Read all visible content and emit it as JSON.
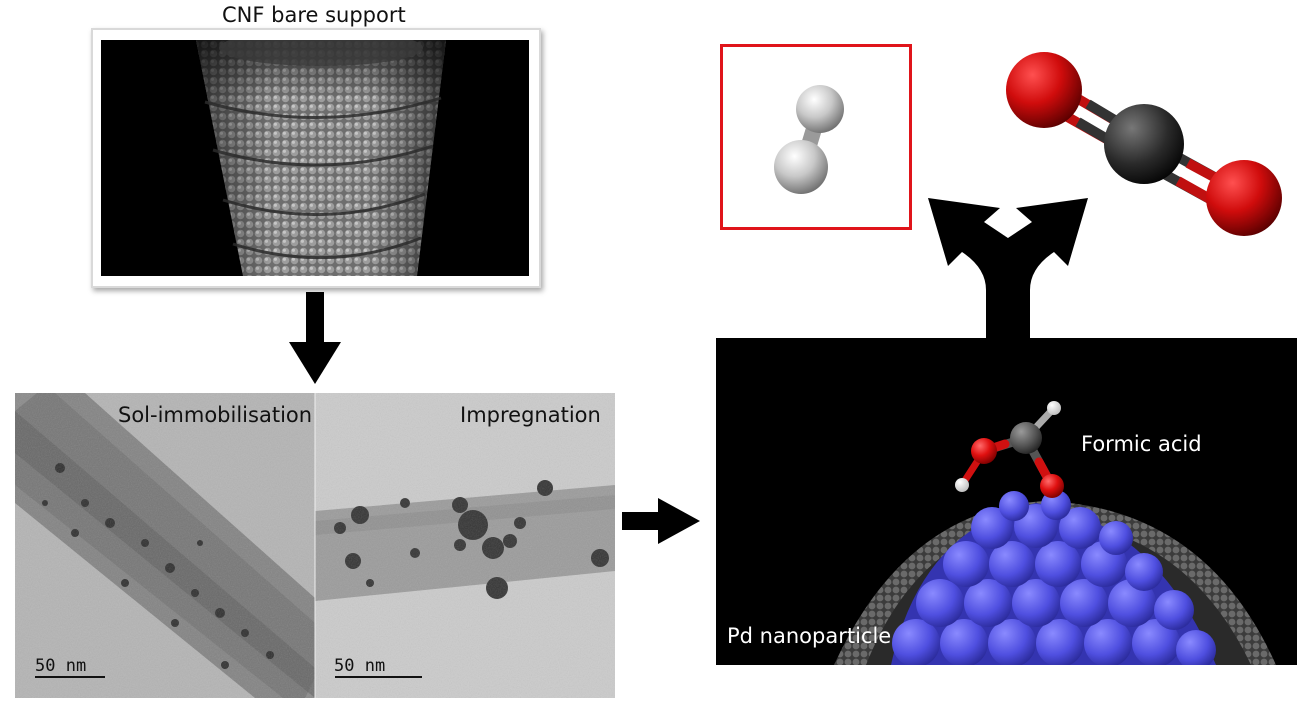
{
  "cnf_panel": {
    "title": "CNF bare support"
  },
  "tem_left": {
    "label": "Sol-immobilisation",
    "scale": "50 nm"
  },
  "tem_right": {
    "label": "Impregnation",
    "scale": "50 nm"
  },
  "reaction_panel": {
    "molecule_label": "Formic acid",
    "particle_label": "Pd nanoparticle"
  },
  "colors": {
    "hydrogen_box_border": "#e0141a",
    "oxygen": "#d01010",
    "carbon": "#2a2a2a",
    "palladium": "#5a5ae8",
    "arrow": "#000000"
  }
}
